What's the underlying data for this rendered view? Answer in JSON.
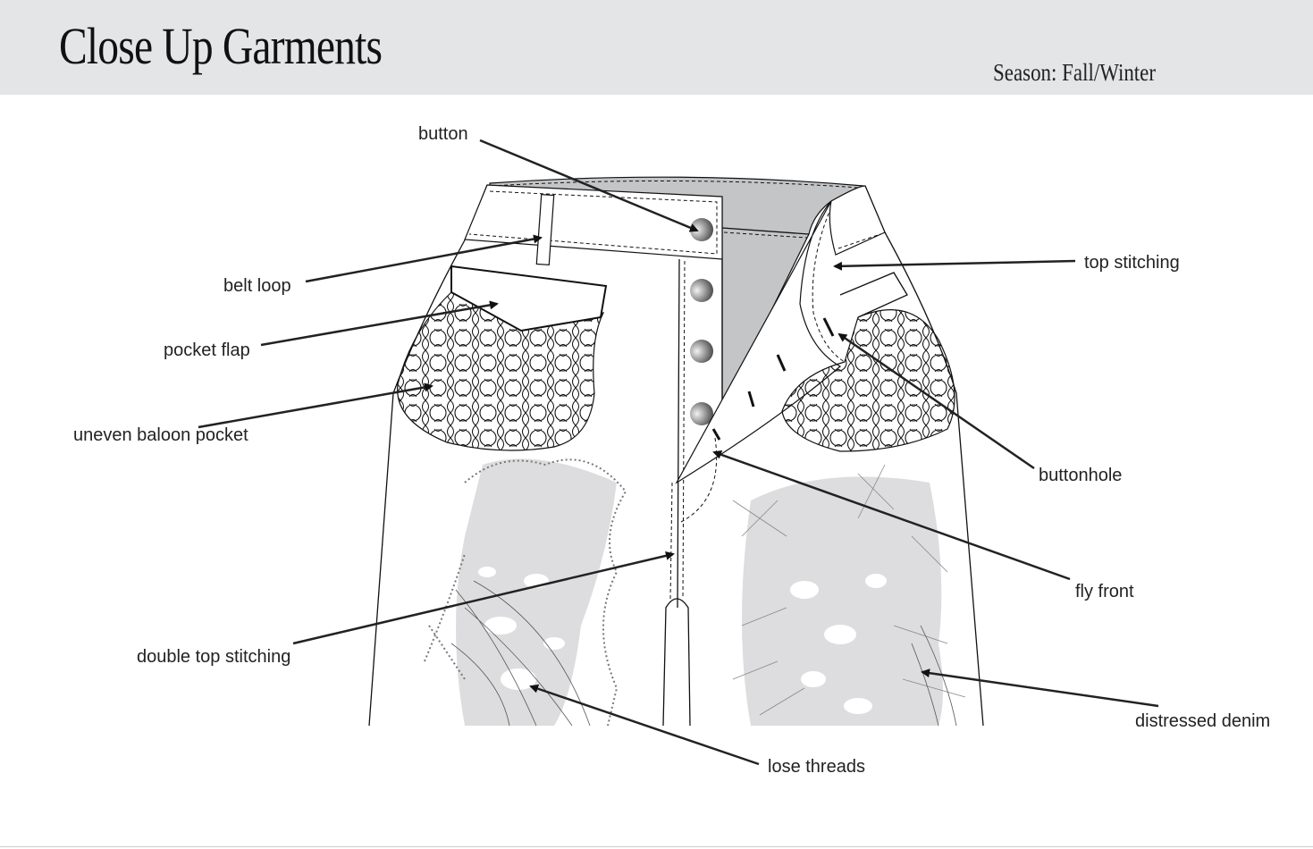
{
  "header": {
    "title": "Close Up Garments",
    "season": "Season: Fall/Winter"
  },
  "labels": {
    "button": "button",
    "belt_loop": "belt loop",
    "pocket_flap": "pocket flap",
    "pocket": "uneven baloon pocket",
    "top_stitching": "top stitching",
    "buttonhole": "buttonhole",
    "fly_front": "fly front",
    "double_top_stitching": "double top stitching",
    "distressed_denim": "distressed denim",
    "lose_threads": "lose threads"
  },
  "colors": {
    "header_bg": "#e4e5e7",
    "inner_gray": "#c4c5c7",
    "distress_gray": "#cfd0d2"
  }
}
